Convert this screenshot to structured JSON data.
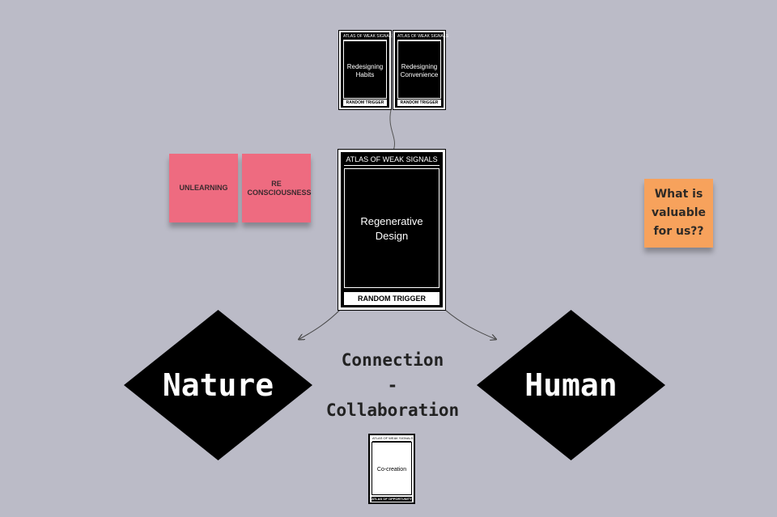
{
  "cards_top": [
    {
      "header": "ATLAS OF WEAK SIGNALS",
      "title": "Redesigning Habits",
      "footer": "RANDOM TRIGGER"
    },
    {
      "header": "ATLAS OF WEAK SIGNALS",
      "title": "Redesigning Convenience",
      "footer": "RANDOM TRIGGER"
    }
  ],
  "card_main": {
    "header": "ATLAS OF WEAK SIGNALS",
    "title": "Regenerative Design",
    "footer": "RANDOM TRIGGER"
  },
  "card_bottom": {
    "header": "ATLAS OF WEAK SIGNALS",
    "title": "Co-creation",
    "footer": "ATLAS OF OPPORTUNITY"
  },
  "stickies": {
    "unlearning": "UNLEARNING",
    "reconsciousness": "RE CONSCIOUSNESS",
    "question": "What is valuable for us??"
  },
  "diamonds": {
    "left": "Nature",
    "right": "Human"
  },
  "center_text": {
    "line1": "Connection",
    "line2": "-",
    "line3": "Collaboration"
  },
  "colors": {
    "canvas": "#bbbbc7",
    "sticky_pink": "#ee6b80",
    "sticky_orange": "#f7a25c",
    "card": "#000000",
    "diamond": "#000000"
  }
}
